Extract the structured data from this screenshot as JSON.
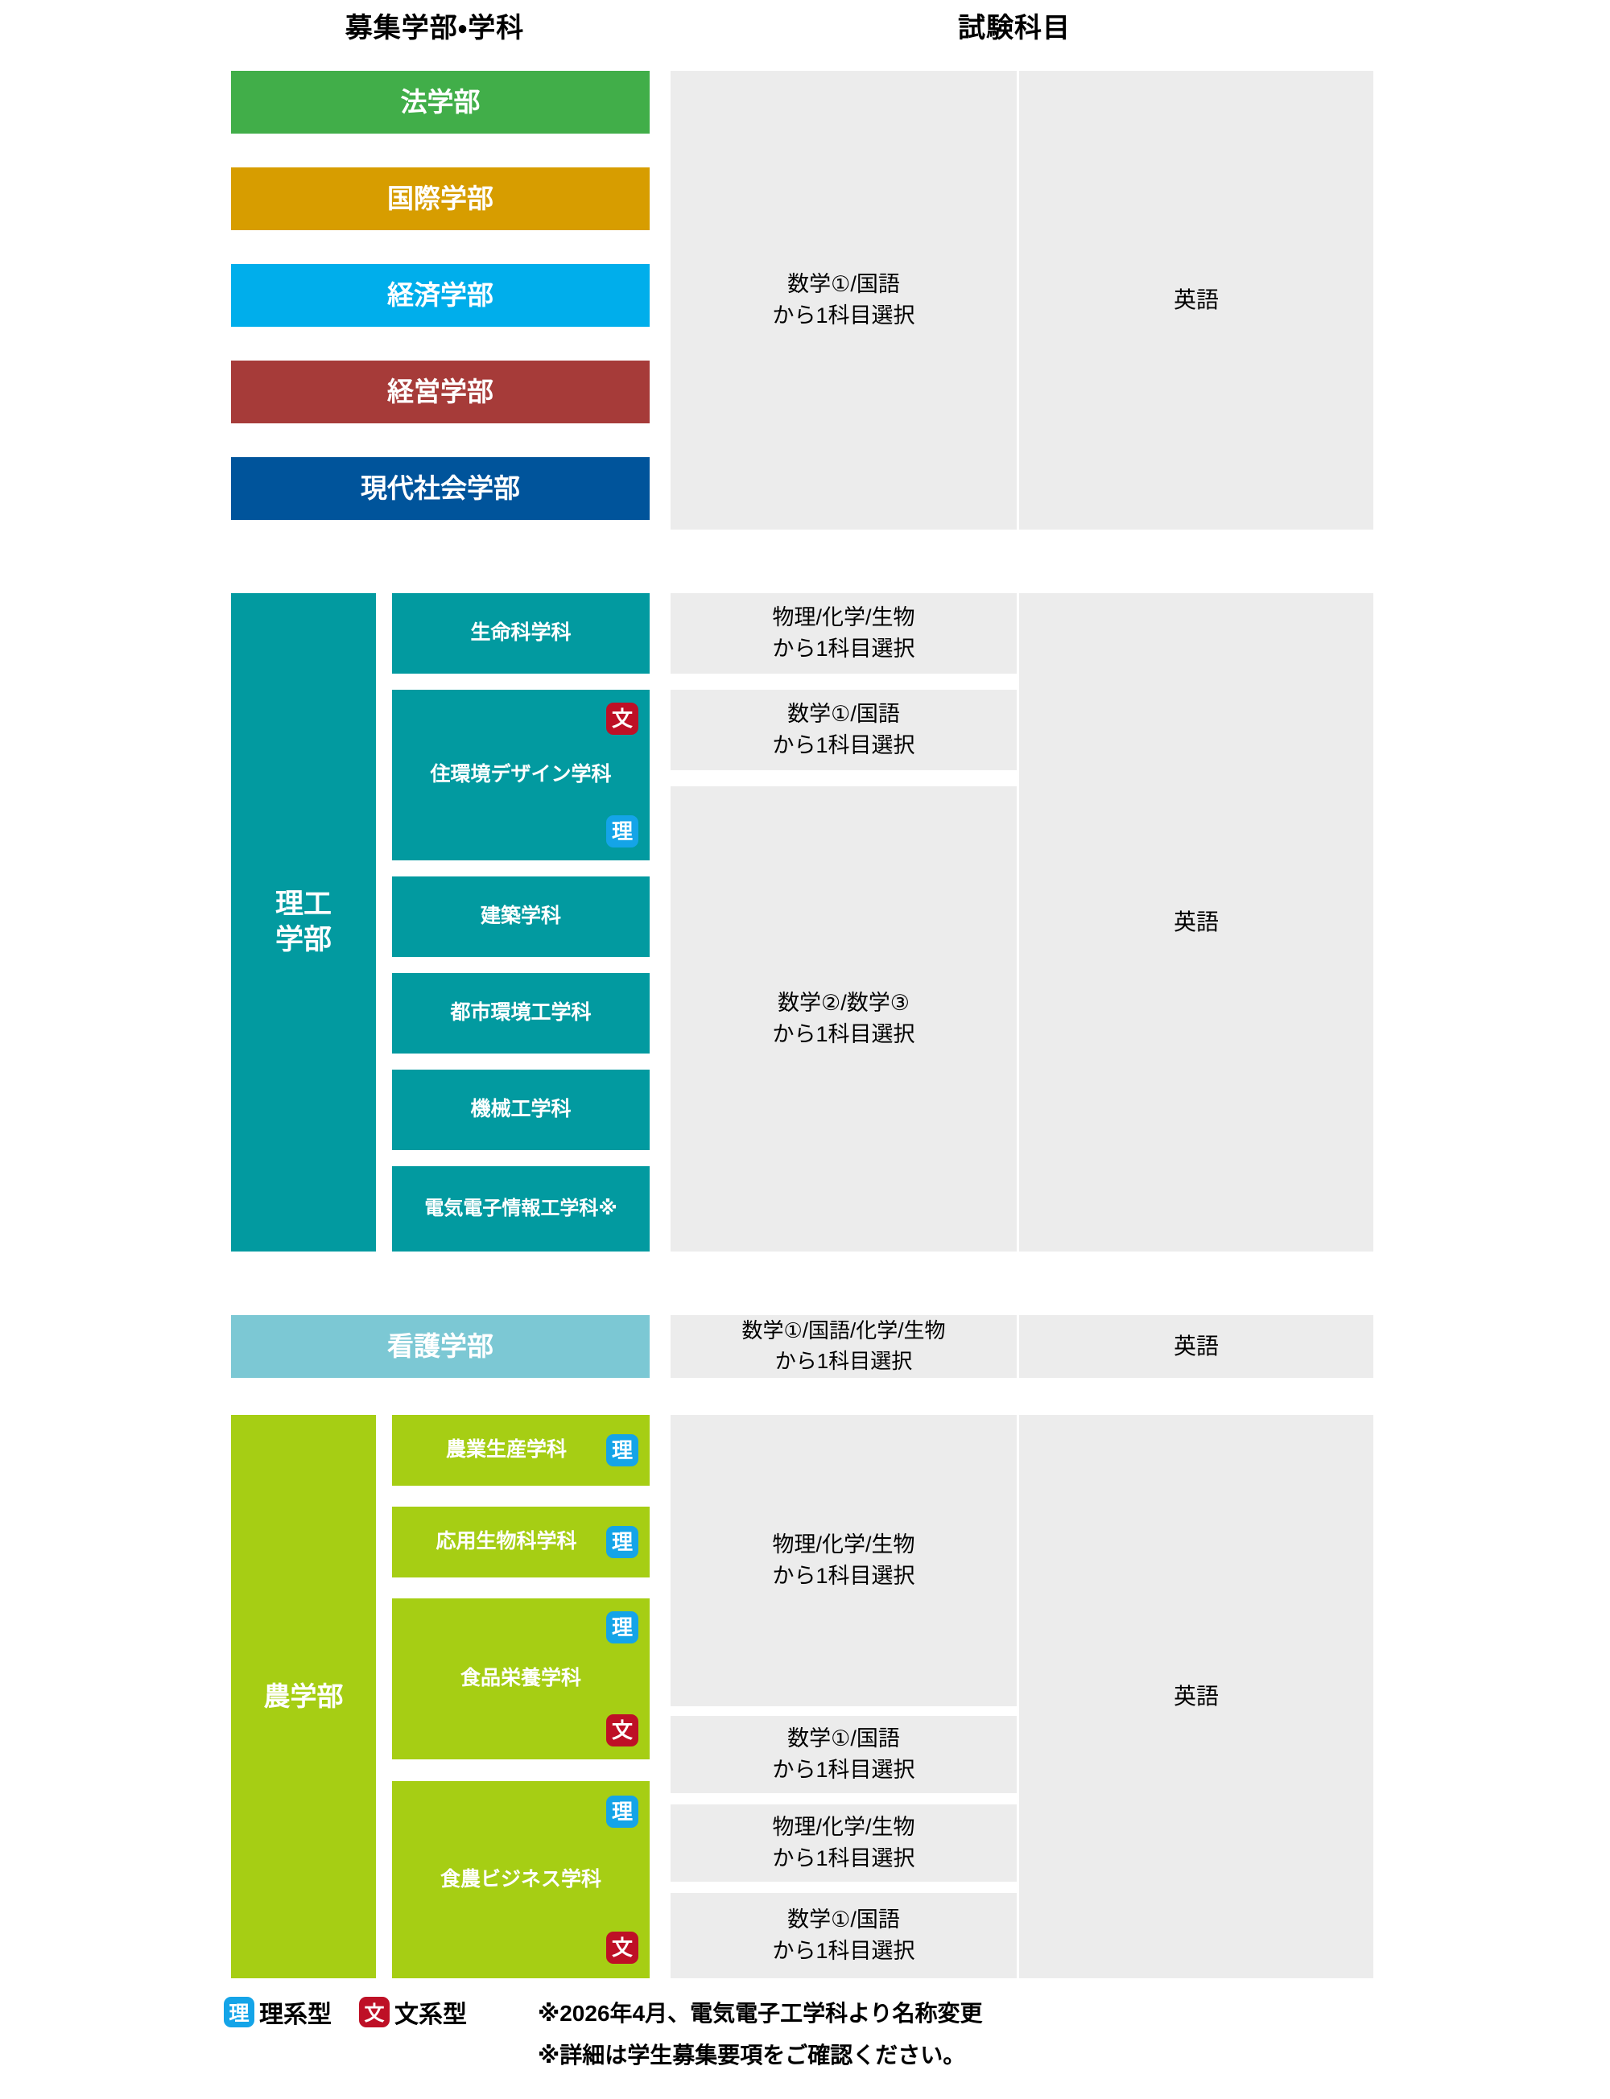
{
  "headers": {
    "left": "募集学部・学科",
    "right": "試験科目"
  },
  "groups": [
    {
      "id": "humanities-social",
      "faculties": [
        {
          "name": "法学部",
          "color": "#41AE49"
        },
        {
          "name": "国際学部",
          "color": "#D79D00"
        },
        {
          "name": "経済学部",
          "color": "#00AEEB"
        },
        {
          "name": "経営学部",
          "color": "#A63B39"
        },
        {
          "name": "現代社会学部",
          "color": "#00549B"
        }
      ],
      "subject_cells": [
        {
          "text": "数学①/国語\nから1科目選択"
        }
      ],
      "english_cell": {
        "text": "英語"
      }
    },
    {
      "id": "science-engineering",
      "faculty": {
        "name": "理工\n学部",
        "color": "#029AA0"
      },
      "departments": [
        {
          "name": "生命科学科",
          "badges": []
        },
        {
          "name": "住環境デザイン学科",
          "badges": [
            "文",
            "理"
          ]
        },
        {
          "name": "建築学科",
          "badges": []
        },
        {
          "name": "都市環境工学科",
          "badges": []
        },
        {
          "name": "機械工学科",
          "badges": []
        },
        {
          "name": "電気電子情報工学科※",
          "badges": []
        }
      ],
      "subject_cells": [
        {
          "text": "物理/化学/生物\nから1科目選択"
        },
        {
          "text": "数学①/国語\nから1科目選択"
        },
        {
          "text": "数学②/数学③\nから1科目選択"
        }
      ],
      "english_cell": {
        "text": "英語"
      }
    },
    {
      "id": "nursing",
      "faculty": {
        "name": "看護学部",
        "color": "#7CC8D4"
      },
      "subject_cells": [
        {
          "text": "数学①/国語/化学/生物\nから1科目選択"
        }
      ],
      "english_cell": {
        "text": "英語"
      }
    },
    {
      "id": "agriculture",
      "faculty": {
        "name": "農学部",
        "color": "#A6CE14"
      },
      "departments": [
        {
          "name": "農業生産学科",
          "badges": [
            "理"
          ]
        },
        {
          "name": "応用生物科学科",
          "badges": [
            "理"
          ]
        },
        {
          "name": "食品栄養学科",
          "badges": [
            "理",
            "文"
          ]
        },
        {
          "name": "食農ビジネス学科",
          "badges": [
            "理",
            "文"
          ]
        }
      ],
      "subject_cells": [
        {
          "text": "物理/化学/生物\nから1科目選択"
        },
        {
          "text": "数学①/国語\nから1科目選択"
        },
        {
          "text": "物理/化学/生物\nから1科目選択"
        },
        {
          "text": "数学①/国語\nから1科目選択"
        }
      ],
      "english_cell": {
        "text": "英語"
      }
    }
  ],
  "legend": {
    "items": [
      {
        "badge": "理",
        "label": "理系型",
        "color": "#14A4E8"
      },
      {
        "badge": "文",
        "label": "文系型",
        "color": "#BE1026"
      }
    ]
  },
  "notes": [
    "※2026年4月、電気電子工学科より名称変更",
    "※詳細は学生募集要項をご確認ください。"
  ],
  "colors": {
    "cell_bg": "#ececec",
    "badge_ri": "#14A4E8",
    "badge_bun": "#BE1026"
  }
}
